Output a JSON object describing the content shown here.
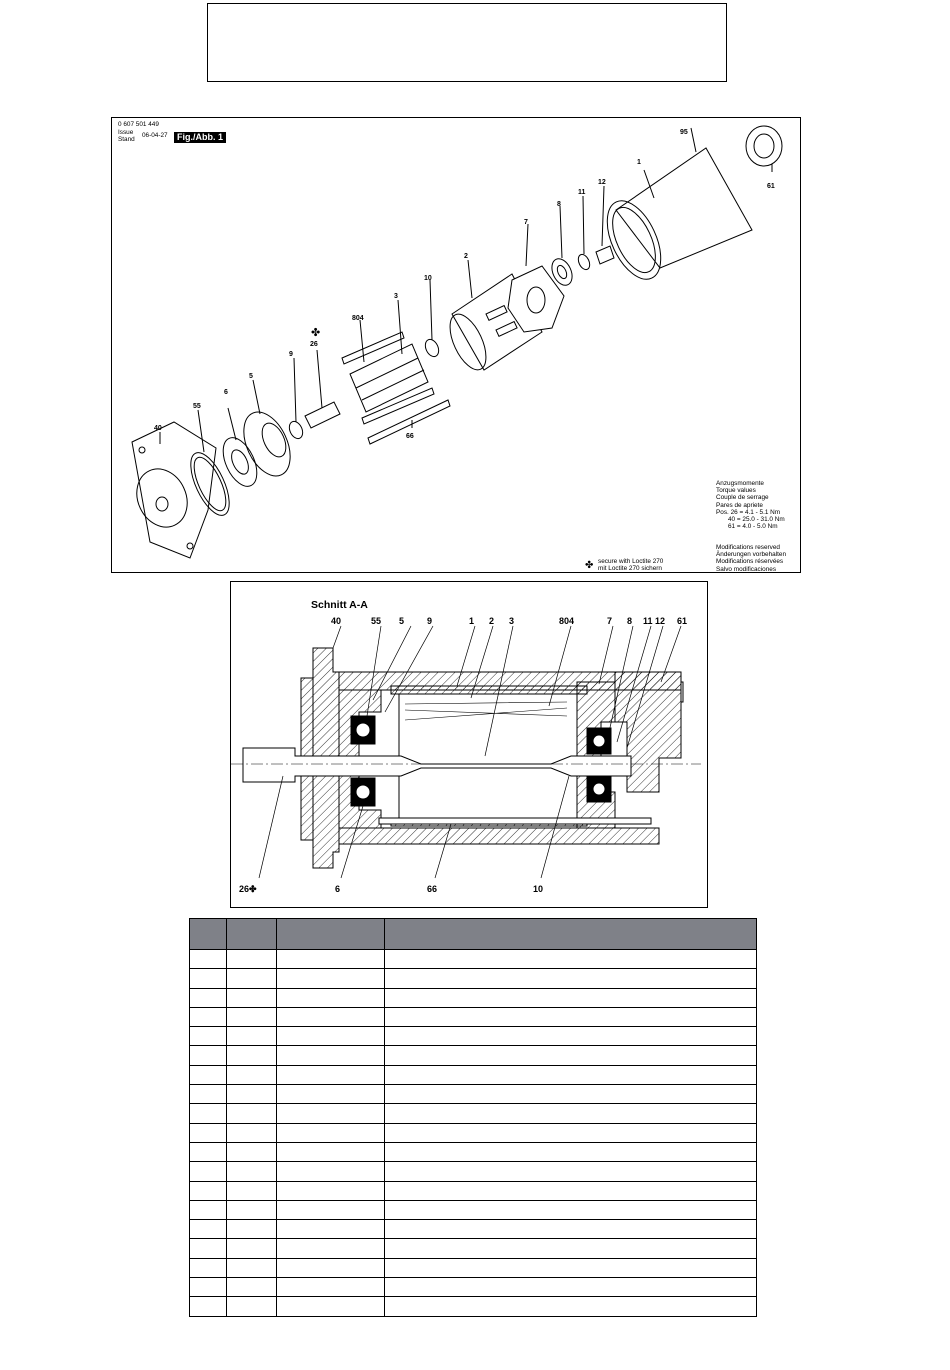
{
  "figure1": {
    "doc_number": "0 607 501 449",
    "issue_label": "Issue",
    "stand_label": "Stand",
    "date": "06-04-27",
    "fig_label": "Fig./Abb. 1",
    "part_labels": [
      "95",
      "1",
      "61",
      "12",
      "11",
      "8",
      "7",
      "2",
      "10",
      "3",
      "804",
      "26",
      "9",
      "5",
      "6",
      "55",
      "40",
      "66"
    ],
    "torque_lines": [
      "Anzugsmomente",
      "Torque values",
      "Couple de serrage",
      "Pares de apriete",
      "Pos. 26 =   4.1 -   5.1 Nm",
      "40 = 25.0 - 31.0 Nm",
      "61 =   4.0 -   5.0 Nm"
    ],
    "modification_lines": [
      "Modifications reserved",
      "Änderungen vorbehalten",
      "Modifications réservées",
      "Salvo modificaciones"
    ],
    "loctite_lines": [
      "secure with Loctite 270",
      "mit Loctite 270 sichern"
    ]
  },
  "section": {
    "title": "Schnitt A-A",
    "top_labels": [
      "40",
      "55",
      "5",
      "9",
      "1",
      "2",
      "3",
      "804",
      "7",
      "8",
      "11",
      "12",
      "61"
    ],
    "bottom_labels": [
      "26✤",
      "6",
      "66",
      "10"
    ]
  },
  "parts_table": {
    "columns": [
      "",
      "",
      "",
      ""
    ],
    "row_count": 19,
    "header_color": "#7f8188"
  }
}
